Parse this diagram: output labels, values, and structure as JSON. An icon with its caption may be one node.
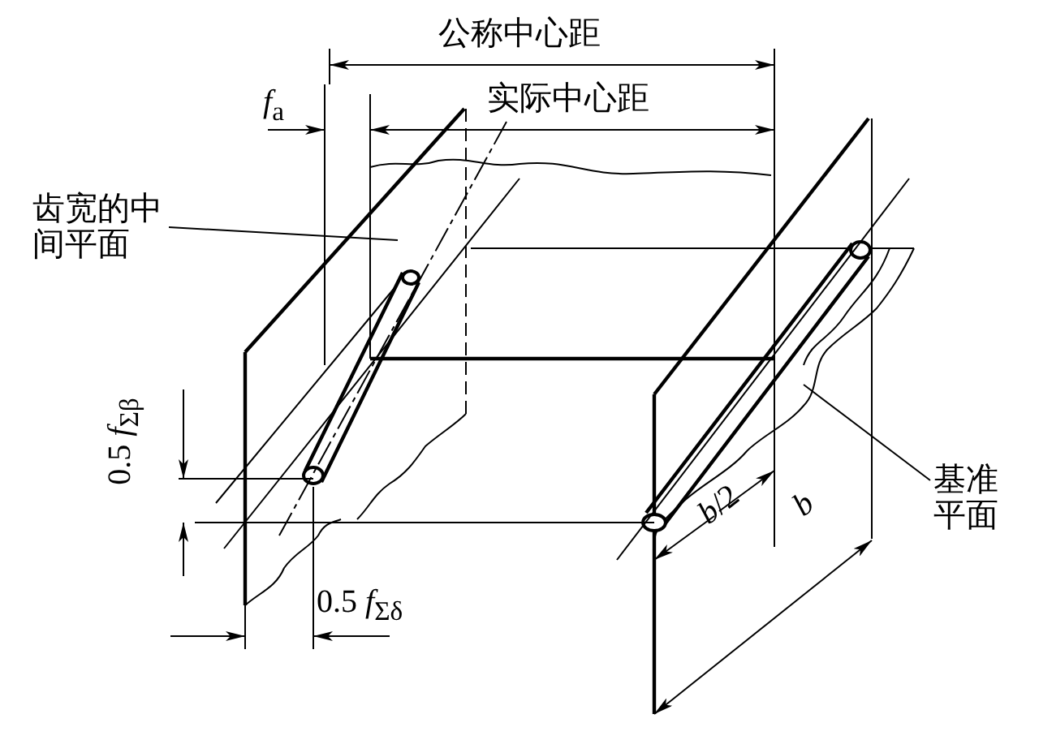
{
  "diagram": {
    "nodes": [
      {
        "text": [
          "齿宽的中间平面"
        ]
      },
      {
        "text": [
          "基准平面"
        ]
      }
    ],
    "edges": [
      {
        "from": 0,
        "to": null,
        "arrow": "none"
      },
      {
        "from": 1,
        "to": null,
        "arrow": "none"
      }
    ],
    "labels": [
      "公称中心距",
      "*f*$_{a}$",
      "实际中心距",
      "0.5 *f*$_{Σβ}$",
      "0.5 *f*$_{Σδ}$",
      "*b*/2",
      "b"
    ]
  }
}
